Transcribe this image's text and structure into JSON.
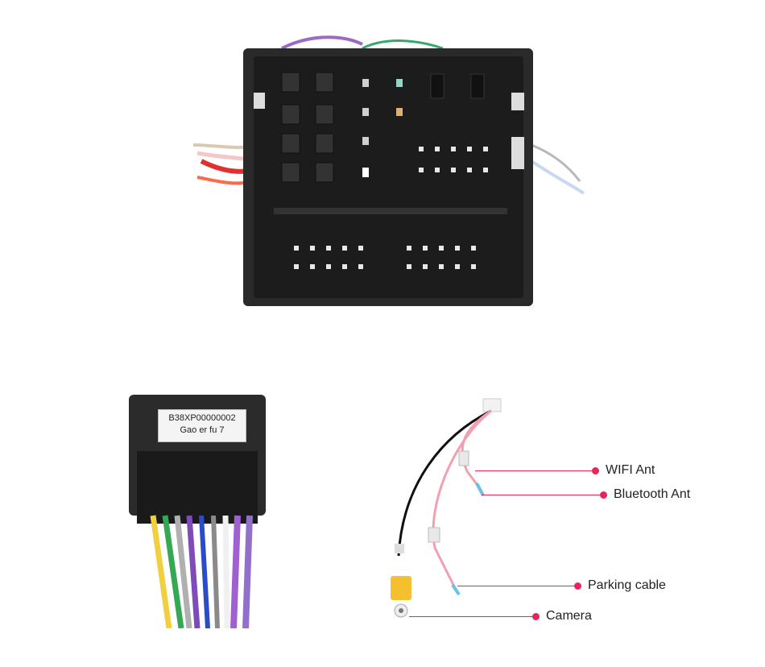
{
  "product": {
    "label_line1": "B38XP00000002",
    "label_line2": "Gao er fu 7"
  },
  "callouts": [
    {
      "text": "WIFI Ant"
    },
    {
      "text": "Bluetooth Ant"
    },
    {
      "text": "Parking cable"
    },
    {
      "text": "Camera"
    }
  ],
  "colors": {
    "callout": "#e8245a",
    "connector": "#2a2a2a"
  }
}
